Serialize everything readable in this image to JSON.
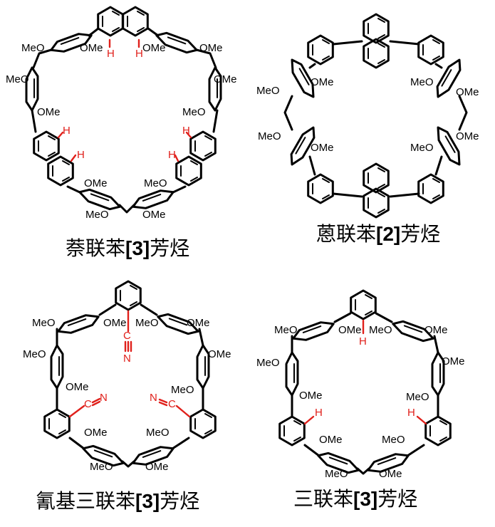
{
  "molecules": [
    {
      "caption_pre": "萘联苯",
      "caption_num": "[3]",
      "caption_post": "芳烃",
      "ome": "OMe",
      "meo": "MeO",
      "h": "H"
    },
    {
      "caption_pre": "蒽联苯",
      "caption_num": "[2]",
      "caption_post": "芳烃",
      "ome": "OMe",
      "meo": "MeO"
    },
    {
      "caption_pre": "氰基三联苯",
      "caption_num": "[3]",
      "caption_post": "芳烃",
      "ome": "OMe",
      "meo": "MeO",
      "c": "C",
      "n": "N"
    },
    {
      "caption_pre": "三联苯",
      "caption_num": "[3]",
      "caption_post": "芳烃",
      "ome": "OMe",
      "meo": "MeO",
      "h": "H"
    }
  ],
  "colors": {
    "highlight": "#e0201b",
    "ink": "#000000"
  }
}
